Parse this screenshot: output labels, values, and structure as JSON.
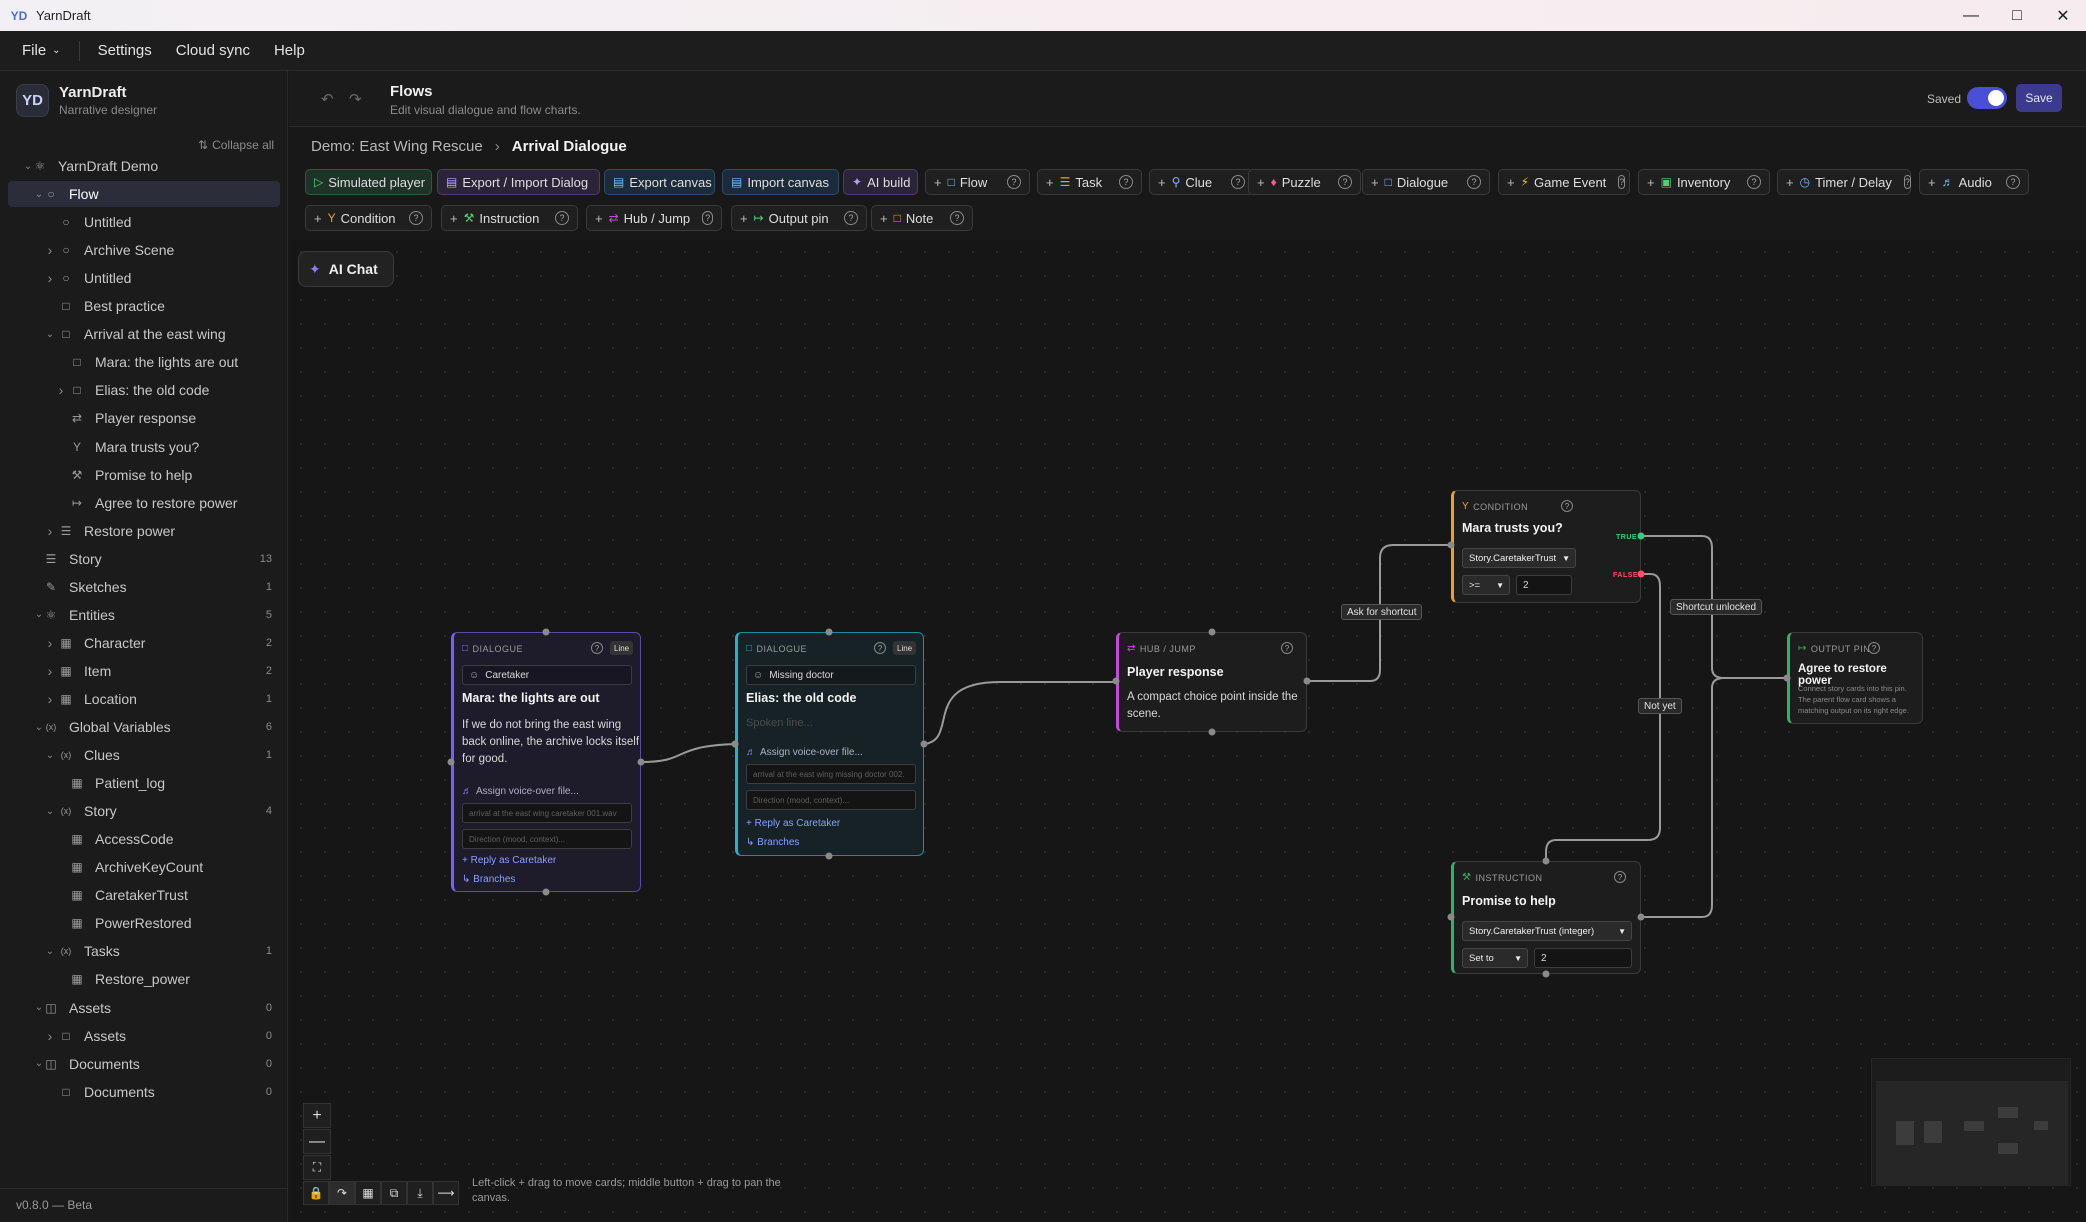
{
  "window": {
    "title": "YarnDraft",
    "controls": [
      "minimize-icon",
      "maximize-icon",
      "close-icon"
    ]
  },
  "menu": {
    "file": "File",
    "settings": "Settings",
    "cloud_sync": "Cloud sync",
    "help": "Help"
  },
  "brand": {
    "name": "YarnDraft",
    "subtitle": "Narrative designer",
    "logo_text": "YD"
  },
  "sidebar": {
    "collapse_all": "Collapse all",
    "version": "v0.8.0 — Beta",
    "tree": [
      {
        "label": "YarnDraft Demo",
        "count": ""
      },
      {
        "label": "Flow",
        "count": ""
      },
      {
        "label": "Untitled",
        "count": ""
      },
      {
        "label": "Archive Scene",
        "count": ""
      },
      {
        "label": "Untitled",
        "count": ""
      },
      {
        "label": "Best practice",
        "count": ""
      },
      {
        "label": "Arrival at the east wing",
        "count": ""
      },
      {
        "label": "Mara: the lights are out",
        "count": ""
      },
      {
        "label": "Elias: the old code",
        "count": ""
      },
      {
        "label": "Player response",
        "count": ""
      },
      {
        "label": "Mara trusts you?",
        "count": ""
      },
      {
        "label": "Promise to help",
        "count": ""
      },
      {
        "label": "Agree to restore power",
        "count": ""
      },
      {
        "label": "Restore power",
        "count": ""
      },
      {
        "label": "Story",
        "count": "13"
      },
      {
        "label": "Sketches",
        "count": "1"
      },
      {
        "label": "Entities",
        "count": "5"
      },
      {
        "label": "Character",
        "count": "2"
      },
      {
        "label": "Item",
        "count": "2"
      },
      {
        "label": "Location",
        "count": "1"
      },
      {
        "label": "Global Variables",
        "count": "6"
      },
      {
        "label": "Clues",
        "count": "1"
      },
      {
        "label": "Patient_log",
        "count": ""
      },
      {
        "label": "Story",
        "count": "4"
      },
      {
        "label": "AccessCode",
        "count": ""
      },
      {
        "label": "ArchiveKeyCount",
        "count": ""
      },
      {
        "label": "CaretakerTrust",
        "count": ""
      },
      {
        "label": "PowerRestored",
        "count": ""
      },
      {
        "label": "Tasks",
        "count": "1"
      },
      {
        "label": "Restore_power",
        "count": ""
      },
      {
        "label": "Assets",
        "count": "0"
      },
      {
        "label": "Assets",
        "count": "0"
      },
      {
        "label": "Documents",
        "count": "0"
      },
      {
        "label": "Documents",
        "count": "0"
      }
    ]
  },
  "header": {
    "title": "Flows",
    "subtitle": "Edit visual dialogue and flow charts.",
    "saved": "Saved",
    "save": "Save",
    "autosave_on": true
  },
  "breadcrumb": {
    "parent": "Demo: East Wing Rescue",
    "current": "Arrival Dialogue"
  },
  "toolbar": {
    "row1": [
      "Simulated player",
      "Export / Import Dialog",
      "Export canvas",
      "Import canvas",
      "AI build",
      "Flow",
      "Task",
      "Clue",
      "Puzzle",
      "Dialogue",
      "Game Event",
      "Inventory",
      "Timer / Delay",
      "Audio"
    ],
    "row2": [
      "Condition",
      "Instruction",
      "Hub / Jump",
      "Output pin",
      "Note"
    ],
    "add_prefix": "+",
    "help": "?"
  },
  "ai_chat": "AI Chat",
  "nodes": {
    "d1": {
      "kind": "DIALOGUE",
      "badge": "Line",
      "speaker": "Caretaker",
      "title": "Mara: the lights are out",
      "text_lines": [
        "If we do not bring the east wing",
        "back online, the archive locks itself",
        "for good."
      ],
      "voice": "Assign voice-over file...",
      "voice_placeholder": "arrival at the east wing caretaker 001.wav",
      "direction_placeholder": "Direction (mood, context)...",
      "reply": "+ Reply as Caretaker",
      "branches": "↳ Branches"
    },
    "d2": {
      "kind": "DIALOGUE",
      "badge": "Line",
      "speaker": "Missing doctor",
      "title": "Elias: the old code",
      "spoken_placeholder": "Spoken line...",
      "voice": "Assign voice-over file...",
      "voice_placeholder": "arrival at the east wing missing doctor 002.",
      "direction_placeholder": "Direction (mood, context)...",
      "reply": "+ Reply as Caretaker",
      "branches": "↳ Branches"
    },
    "hub": {
      "kind": "HUB / JUMP",
      "title": "Player response",
      "text_lines": [
        "A compact choice point inside the",
        "scene."
      ]
    },
    "cond": {
      "kind": "CONDITION",
      "title": "Mara trusts you?",
      "variable": "Story.CaretakerTrust",
      "operator": ">=",
      "value": "2",
      "true_label": "TRUE",
      "false_label": "FALSE"
    },
    "instr": {
      "kind": "INSTRUCTION",
      "title": "Promise to help",
      "variable": "Story.CaretakerTrust (integer)",
      "operation": "Set to",
      "value": "2"
    },
    "out": {
      "kind": "OUTPUT PIN",
      "title": "Agree to restore power",
      "text_lines": [
        "Connect story cards into this pin.",
        "The parent flow card shows a",
        "matching output on its right edge."
      ]
    }
  },
  "edge_labels": {
    "ask": "Ask for shortcut",
    "shortcut": "Shortcut unlocked",
    "notyet": "Not yet"
  },
  "canvas_hint": [
    "Left-click + drag to move cards; middle button + drag to pan the",
    "canvas."
  ],
  "colors": {
    "accent": "#4a4fd8",
    "dialogue": "#7b5cff",
    "dialogue2": "#1fb5c9",
    "hub": "#c24ad6",
    "condition": "#f0a020",
    "instruction": "#2fb36a",
    "output": "#2fb36a",
    "true": "#2fd07a",
    "false": "#ff4d6a"
  }
}
